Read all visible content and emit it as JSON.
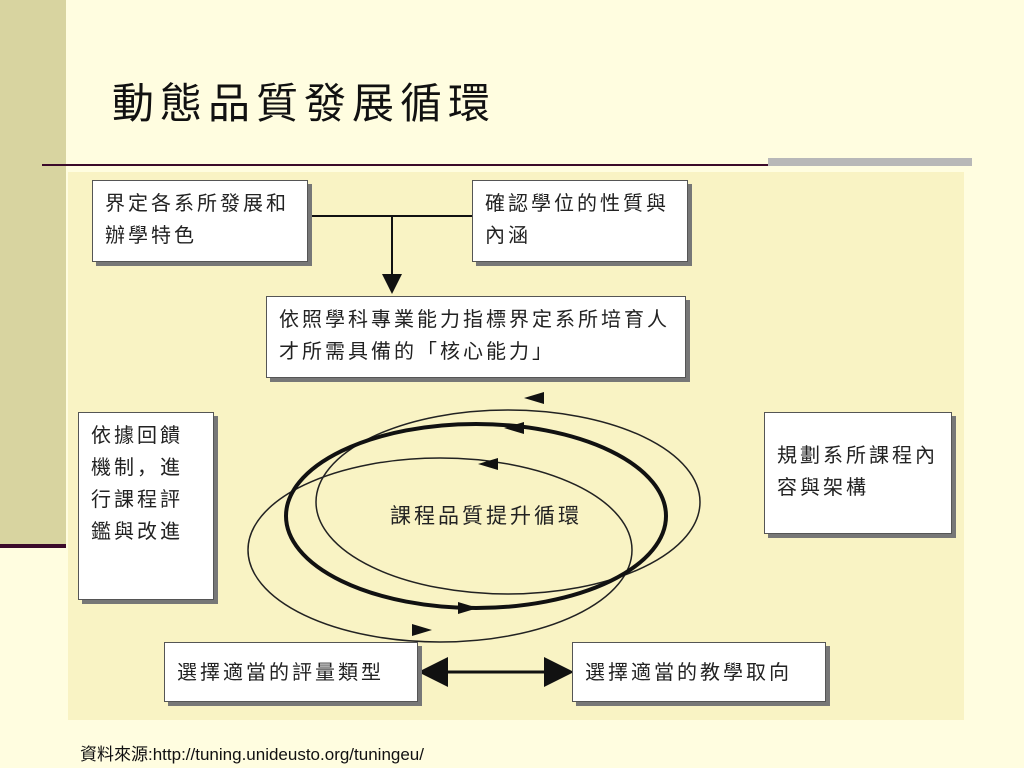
{
  "title": "動態品質發展循環",
  "diagram": {
    "box_define": "界定各系所發展和辦學特色",
    "box_confirm": "確認學位的性質與內涵",
    "box_core": "依照學科專業能力指標界定系所培育人才所需具備的「核心能力」",
    "box_feedback": "依據回饋機制，進行課程評鑑與改進",
    "box_plan": "規劃系所課程內容與架構",
    "cycle_label": "課程品質提升循環",
    "box_assess": "選擇適當的評量類型",
    "box_teach": "選擇適當的教學取向"
  },
  "source": "資料來源:http://tuning.unideusto.org/tuningeu/"
}
